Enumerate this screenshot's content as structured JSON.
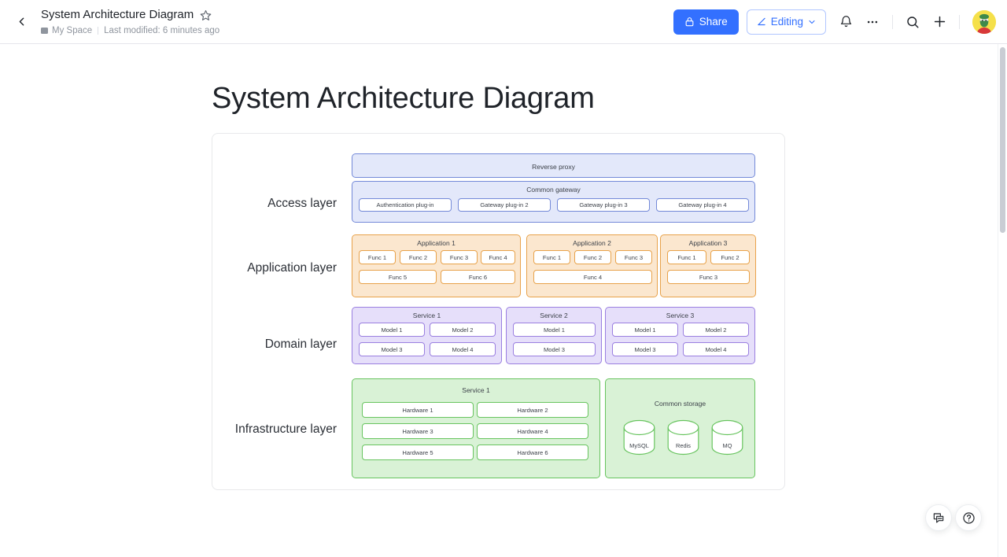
{
  "header": {
    "back_icon": "chevron-left-icon",
    "doc_title": "System Architecture Diagram",
    "star_icon": "star-outline-icon",
    "space_name": "My Space",
    "last_modified": "Last modified: 6 minutes ago",
    "share_label": "Share",
    "share_icon": "lock-icon",
    "editing_label": "Editing",
    "editing_icon": "pen-icon",
    "editing_caret": "chevron-down-icon",
    "bell_icon": "bell-icon",
    "more_icon": "more-horizontal-icon",
    "search_icon": "search-icon",
    "plus_icon": "plus-icon",
    "avatar_name": "user-avatar",
    "accent_color": "#3370ff"
  },
  "document": {
    "title": "System Architecture Diagram"
  },
  "floating": {
    "comment_icon": "comment-box-icon",
    "help_icon": "help-circle-icon"
  },
  "diagram": {
    "layers": [
      {
        "id": "access",
        "label": "Access layer",
        "fill": "#e3e8fa",
        "stroke": "#7389d8",
        "groups": [
          {
            "title": "Reverse proxy",
            "cells": []
          },
          {
            "title": "Common gateway",
            "cells": [
              "Authentication plug-in",
              "Gateway plug-in 2",
              "Gateway plug-in 3",
              "Gateway plug-in 4"
            ]
          }
        ]
      },
      {
        "id": "application",
        "label": "Application layer",
        "fill": "#fbe7cf",
        "stroke": "#e8a24a",
        "groups": [
          {
            "title": "Application 1",
            "cells": [
              "Func 1",
              "Func 2",
              "Func 3",
              "Func 4",
              "Func 5",
              "Func 6"
            ]
          },
          {
            "title": "Application 2",
            "cells": [
              "Func 1",
              "Func 2",
              "Func 3",
              "Func 4"
            ]
          },
          {
            "title": "Application 3",
            "cells": [
              "Func 1",
              "Func 2",
              "Func 3"
            ]
          }
        ]
      },
      {
        "id": "domain",
        "label": "Domain layer",
        "fill": "#e6dffa",
        "stroke": "#9a7fe0",
        "groups": [
          {
            "title": "Service 1",
            "cells": [
              "Model 1",
              "Model 2",
              "Model 3",
              "Model 4"
            ]
          },
          {
            "title": "Service 2",
            "cells": [
              "Model 1",
              "Model 3"
            ]
          },
          {
            "title": "Service 3",
            "cells": [
              "Model 1",
              "Model 2",
              "Model 3",
              "Model 4"
            ]
          }
        ]
      },
      {
        "id": "infrastructure",
        "label": "Infrastructure layer",
        "fill": "#d9f2d6",
        "stroke": "#68c45f",
        "groups": [
          {
            "title": "Service 1",
            "cells": [
              "Hardware 1",
              "Hardware 2",
              "Hardware 3",
              "Hardware 4",
              "Hardware 5",
              "Hardware 6"
            ]
          },
          {
            "title": "Common storage",
            "cells": [
              "MySQL",
              "Redis",
              "MQ"
            ]
          }
        ]
      }
    ],
    "labels": {
      "access": "Access layer",
      "application": "Application layer",
      "domain": "Domain layer",
      "infrastructure": "Infrastructure layer"
    },
    "access": {
      "reverse_proxy": "Reverse proxy",
      "common_gateway": "Common gateway",
      "plugins": [
        "Authentication plug-in",
        "Gateway plug-in 2",
        "Gateway plug-in 3",
        "Gateway plug-in 4"
      ]
    },
    "application": {
      "app1": {
        "title": "Application 1",
        "row1": [
          "Func 1",
          "Func 2",
          "Func 3",
          "Func 4"
        ],
        "row2": [
          "Func 5",
          "Func 6"
        ]
      },
      "app2": {
        "title": "Application 2",
        "row1": [
          "Func 1",
          "Func 2",
          "Func 3"
        ],
        "row2": [
          "Func 4"
        ]
      },
      "app3": {
        "title": "Application 3",
        "row1": [
          "Func 1",
          "Func 2"
        ],
        "row2": [
          "Func 3"
        ]
      }
    },
    "domain": {
      "svc1": {
        "title": "Service 1",
        "row1": [
          "Model 1",
          "Model 2"
        ],
        "row2": [
          "Model 3",
          "Model 4"
        ]
      },
      "svc2": {
        "title": "Service 2",
        "row1": [
          "Model 1"
        ],
        "row2": [
          "Model 3"
        ]
      },
      "svc3": {
        "title": "Service 3",
        "row1": [
          "Model 1",
          "Model 2"
        ],
        "row2": [
          "Model 3",
          "Model 4"
        ]
      }
    },
    "infrastructure": {
      "svc1": {
        "title": "Service 1",
        "row1": [
          "Hardware 1",
          "Hardware 2"
        ],
        "row2": [
          "Hardware 3",
          "Hardware 4"
        ],
        "row3": [
          "Hardware 5",
          "Hardware 6"
        ]
      },
      "storage": {
        "title": "Common storage",
        "nodes": [
          "MySQL",
          "Redis",
          "MQ"
        ]
      }
    }
  }
}
